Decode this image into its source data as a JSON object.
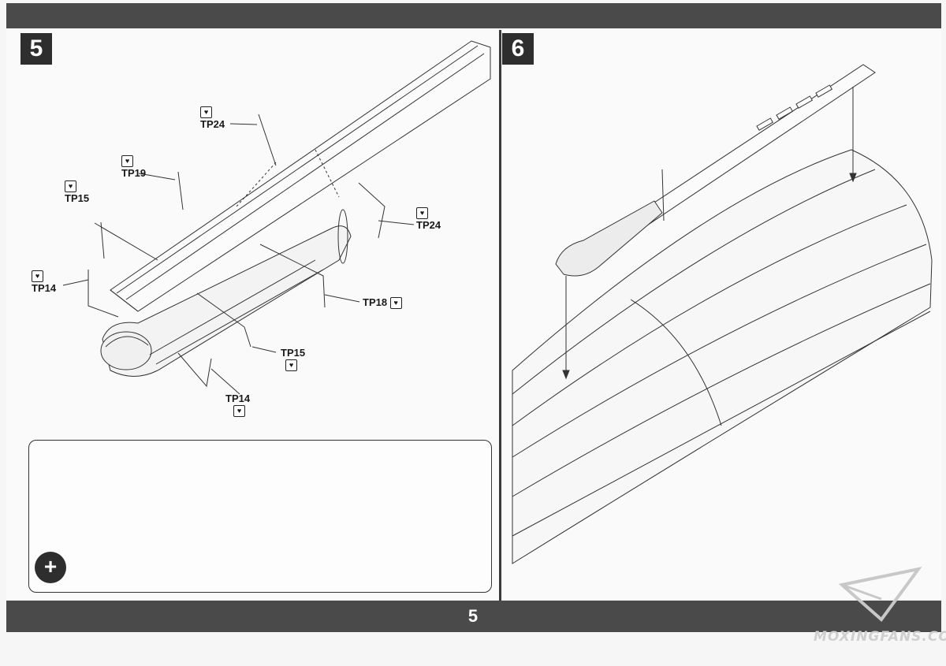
{
  "page": {
    "number": "5"
  },
  "steps": [
    {
      "number": "5"
    },
    {
      "number": "6"
    }
  ],
  "step5": {
    "labels": {
      "tp24_top": "TP24",
      "tp19": "TP19",
      "tp15_left": "TP15",
      "tp24_right": "TP24",
      "tp14_left": "TP14",
      "tp18": "TP18",
      "tp15_bottom": "TP15",
      "tp14_bottom": "TP14"
    },
    "glue_icon": "broken-heart-icon"
  },
  "detail_view": {
    "zoom_icon": "magnify-plus-icon",
    "zoom_glyph": "+"
  },
  "watermark": {
    "text": "MOXINGFANS.COM",
    "logo_icon": "paper-plane-icon"
  },
  "colors": {
    "bar": "#4a4a4a",
    "step_box": "#2e2e2e",
    "line": "#333333"
  }
}
